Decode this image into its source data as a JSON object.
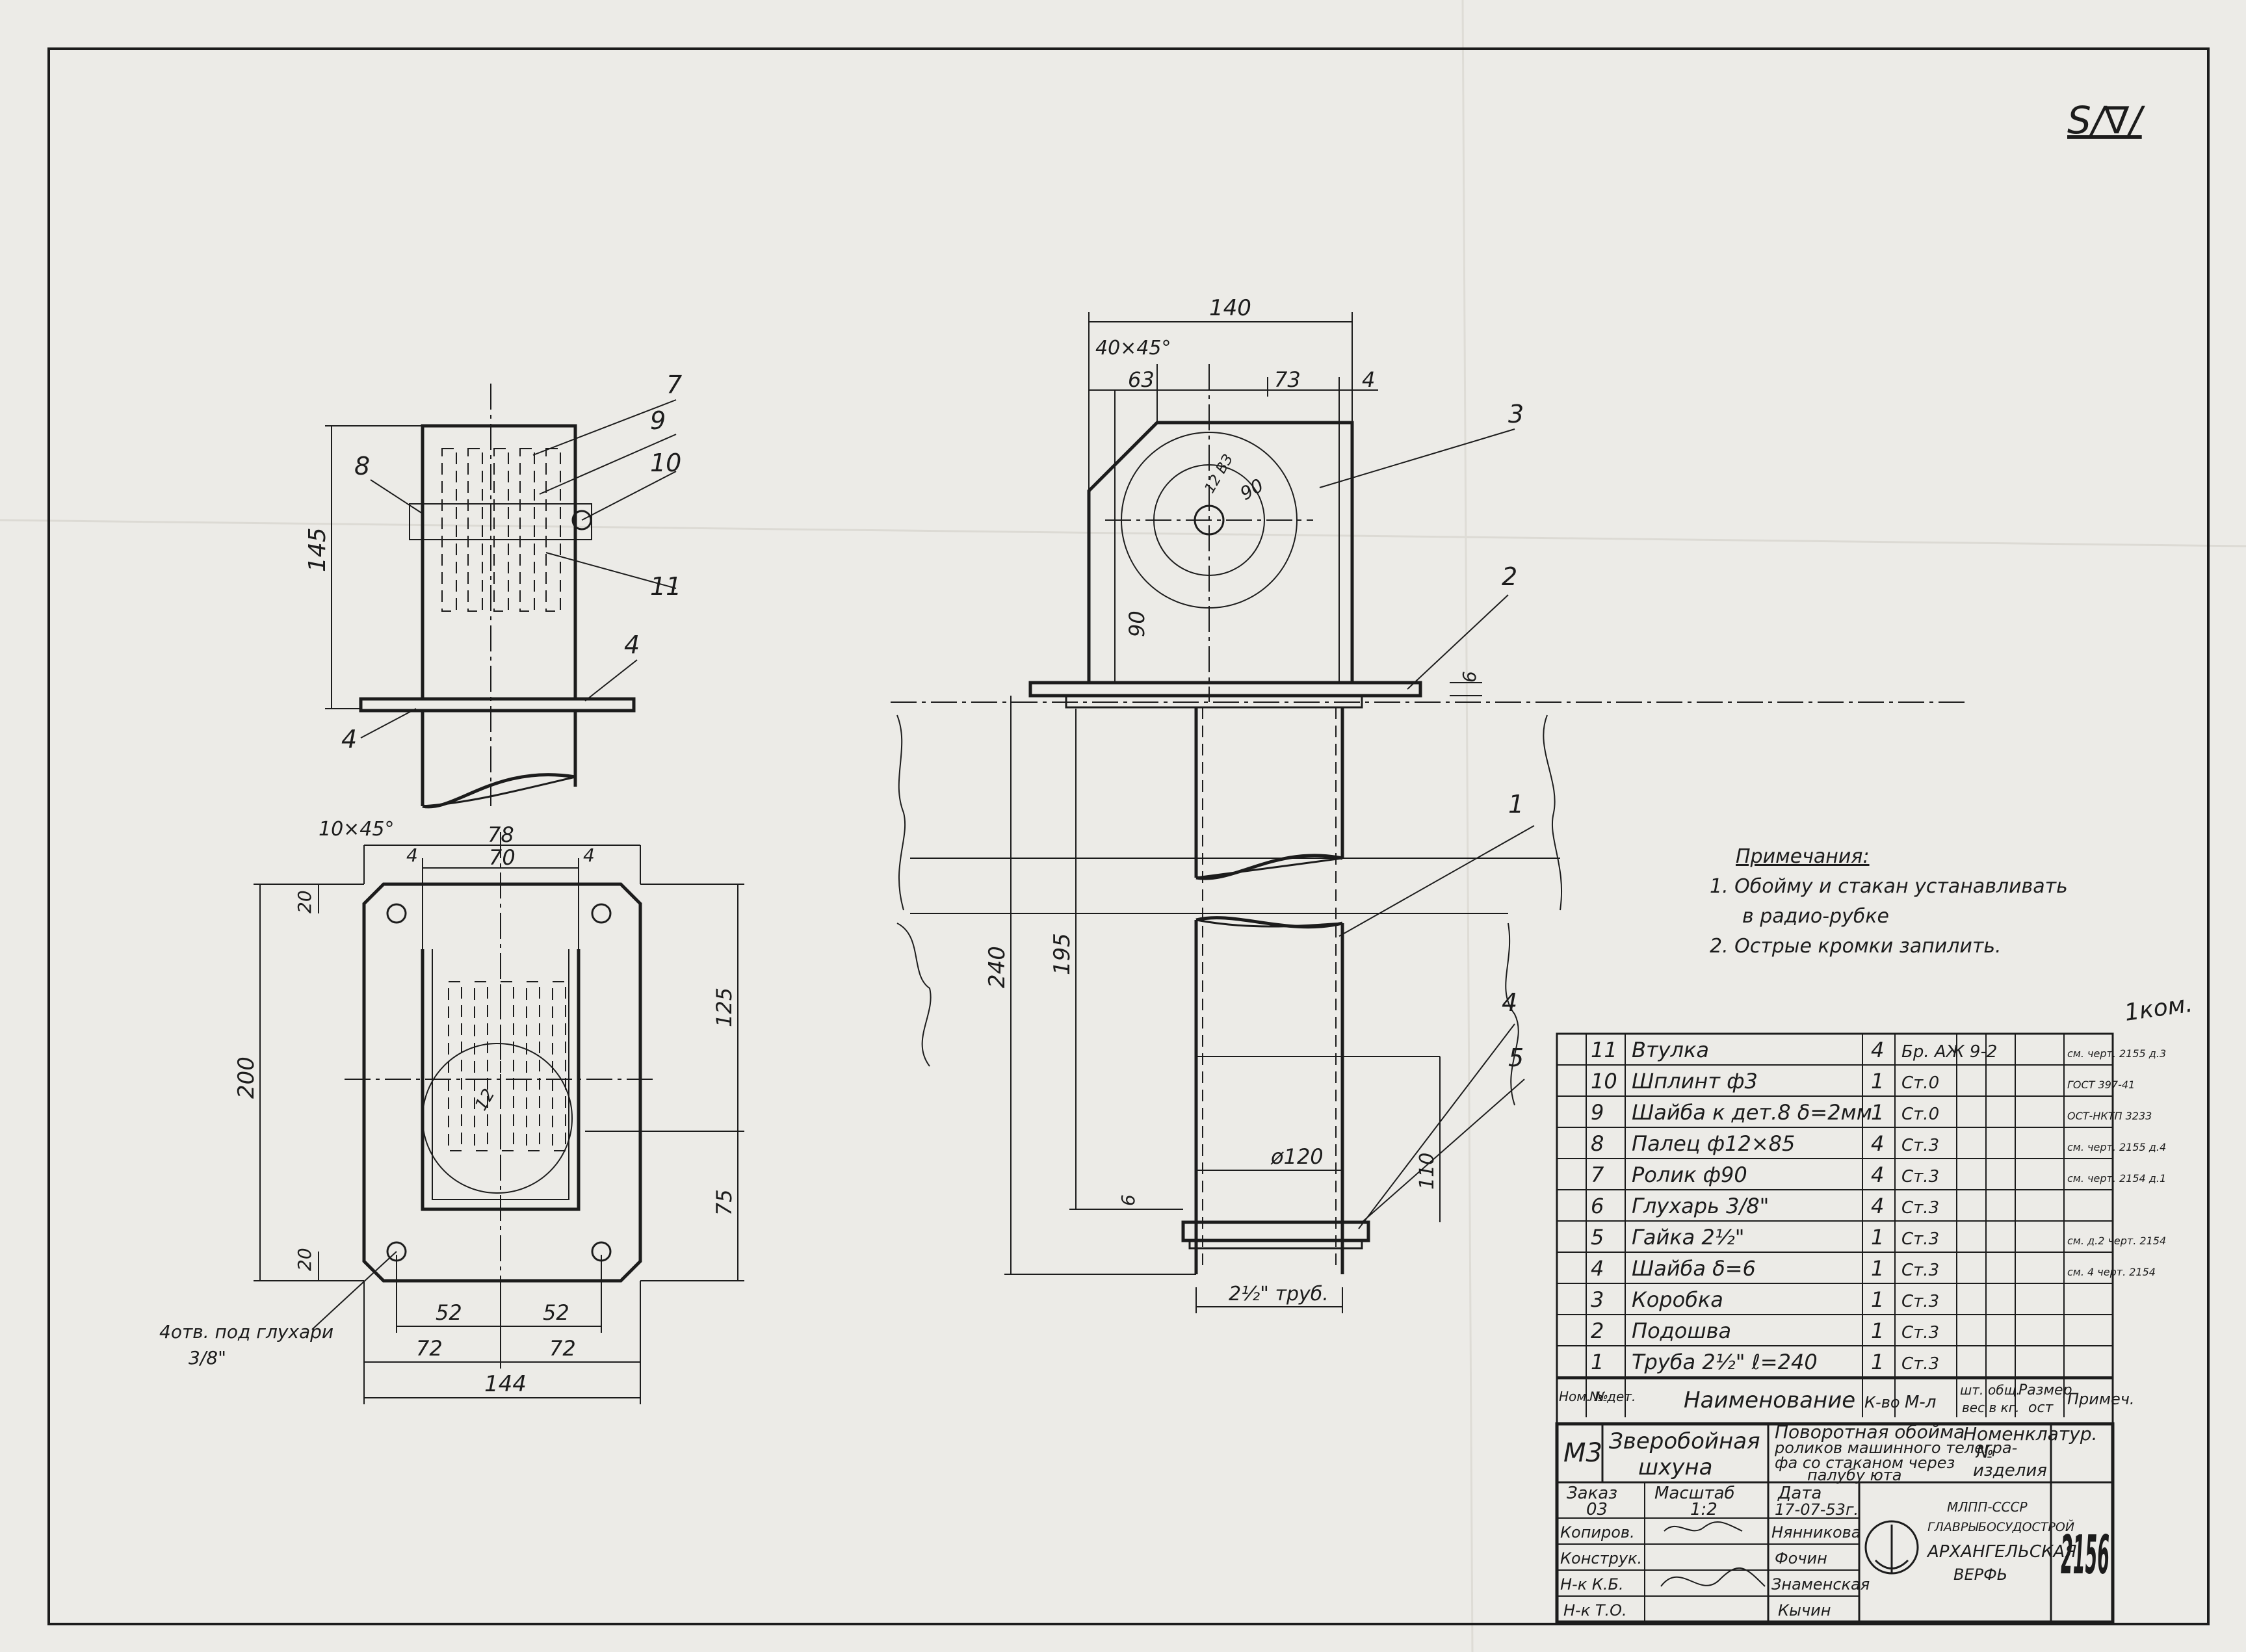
{
  "sheet_mark": "S/∇/",
  "stamp_text": "1ком.",
  "notes": {
    "title": "Примечания:",
    "items": [
      "1. Обойму и стакан устанавливать",
      "в радио-рубке",
      "2. Острые кромки запилить."
    ]
  },
  "views": {
    "side": {
      "dims": {
        "height": "145"
      },
      "callouts": [
        "7",
        "9",
        "10",
        "8",
        "11",
        "4",
        "4"
      ]
    },
    "plan": {
      "dims": {
        "chamfer": "10×45°",
        "inner_width": "78",
        "inner": "70",
        "wall_l": "4",
        "wall_r": "4",
        "height": "200",
        "edge_top": "20",
        "edge_bottom": "20",
        "h_top": "125",
        "h_bottom": "75",
        "hole_l": "52",
        "hole_r": "52",
        "half_l": "72",
        "half_r": "72",
        "total": "144",
        "r": "12"
      },
      "note_holes": "4отв. под глухари",
      "note_holes_size": "3/8\""
    },
    "front": {
      "dims": {
        "width": "140",
        "chamfer": "40×45°",
        "left": "63",
        "right": "73",
        "wall": "4",
        "height": "90",
        "radius": "90",
        "hub": "12 ВЗ",
        "sole": "6",
        "pipe_len": "240",
        "pipe_in": "195",
        "dia": "ø120",
        "bottom": "110",
        "base": "6",
        "pipe_label": "2½\" труб."
      },
      "callouts": [
        "3",
        "2",
        "1",
        "4",
        "5"
      ]
    }
  },
  "spec": {
    "rows": [
      {
        "no": "11",
        "name": "Втулка",
        "qty": "4",
        "mat": "Бр. АЖ 9-2",
        "ref": "см. черт. 2155 д.3"
      },
      {
        "no": "10",
        "name": "Шплинт ф3",
        "qty": "1",
        "mat": "Ст.0",
        "ref": "ГОСТ 397-41"
      },
      {
        "no": "9",
        "name": "Шайба к дет.8 δ=2мм",
        "qty": "1",
        "mat": "Ст.0",
        "ref": "ОСТ-НКТП 3233"
      },
      {
        "no": "8",
        "name": "Палец ф12×85",
        "qty": "4",
        "mat": "Ст.3",
        "ref": "см. черт. 2155 д.4"
      },
      {
        "no": "7",
        "name": "Ролик ф90",
        "qty": "4",
        "mat": "Ст.3",
        "ref": "см. черт. 2154 д.1"
      },
      {
        "no": "6",
        "name": "Глухарь 3/8\"",
        "qty": "4",
        "mat": "Ст.3",
        "ref": ""
      },
      {
        "no": "5",
        "name": "Гайка 2½\"",
        "qty": "1",
        "mat": "Ст.3",
        "ref": "см. д.2 черт. 2154"
      },
      {
        "no": "4",
        "name": "Шайба δ=6",
        "qty": "1",
        "mat": "Ст.3",
        "ref": "см. 4 черт. 2154"
      },
      {
        "no": "3",
        "name": "Коробка",
        "qty": "1",
        "mat": "Ст.3",
        "ref": ""
      },
      {
        "no": "2",
        "name": "Подошва",
        "qty": "1",
        "mat": "Ст.3",
        "ref": ""
      },
      {
        "no": "1",
        "name": "Труба 2½\" ℓ=240",
        "qty": "1",
        "mat": "Ст.3",
        "ref": ""
      }
    ],
    "header": {
      "no": "Ном. №",
      "det": "№ дет.",
      "name": "Наименование",
      "qty": "К-во",
      "mat": "М-л",
      "weight_piece": "шт.",
      "weight_total": "общ.",
      "weight": "вес в кг.",
      "size": "Размер",
      "size2": "ост",
      "note": "Примеч."
    }
  },
  "title_block": {
    "code": "М3",
    "vessel": [
      "Зверобойная",
      "шхуна"
    ],
    "title": [
      "Поворотная обойма",
      "роликов машинного телегра-",
      "фа со стаканом через",
      "палубу юта"
    ],
    "nomenclature": [
      "Номенклатур.",
      "№",
      "изделия"
    ],
    "order_label": "Заказ",
    "order": "03",
    "scale_label": "Масштаб",
    "scale": "1:2",
    "date_label": "Дата",
    "date": "17-07-53г.",
    "roles": [
      "Копиров.",
      "Конструк.",
      "Н-к К.Б.",
      "Н-к Т.О."
    ],
    "names": [
      "Нянникова",
      "Фочин",
      "Знаменская",
      "Кычин"
    ],
    "org": [
      "МЛПП-СССР",
      "ГЛАВРЫБОСУДОСТРОЙ",
      "АРХАНГЕЛЬСКАЯ",
      "ВЕРФЬ"
    ],
    "drawing_no": "2156"
  }
}
